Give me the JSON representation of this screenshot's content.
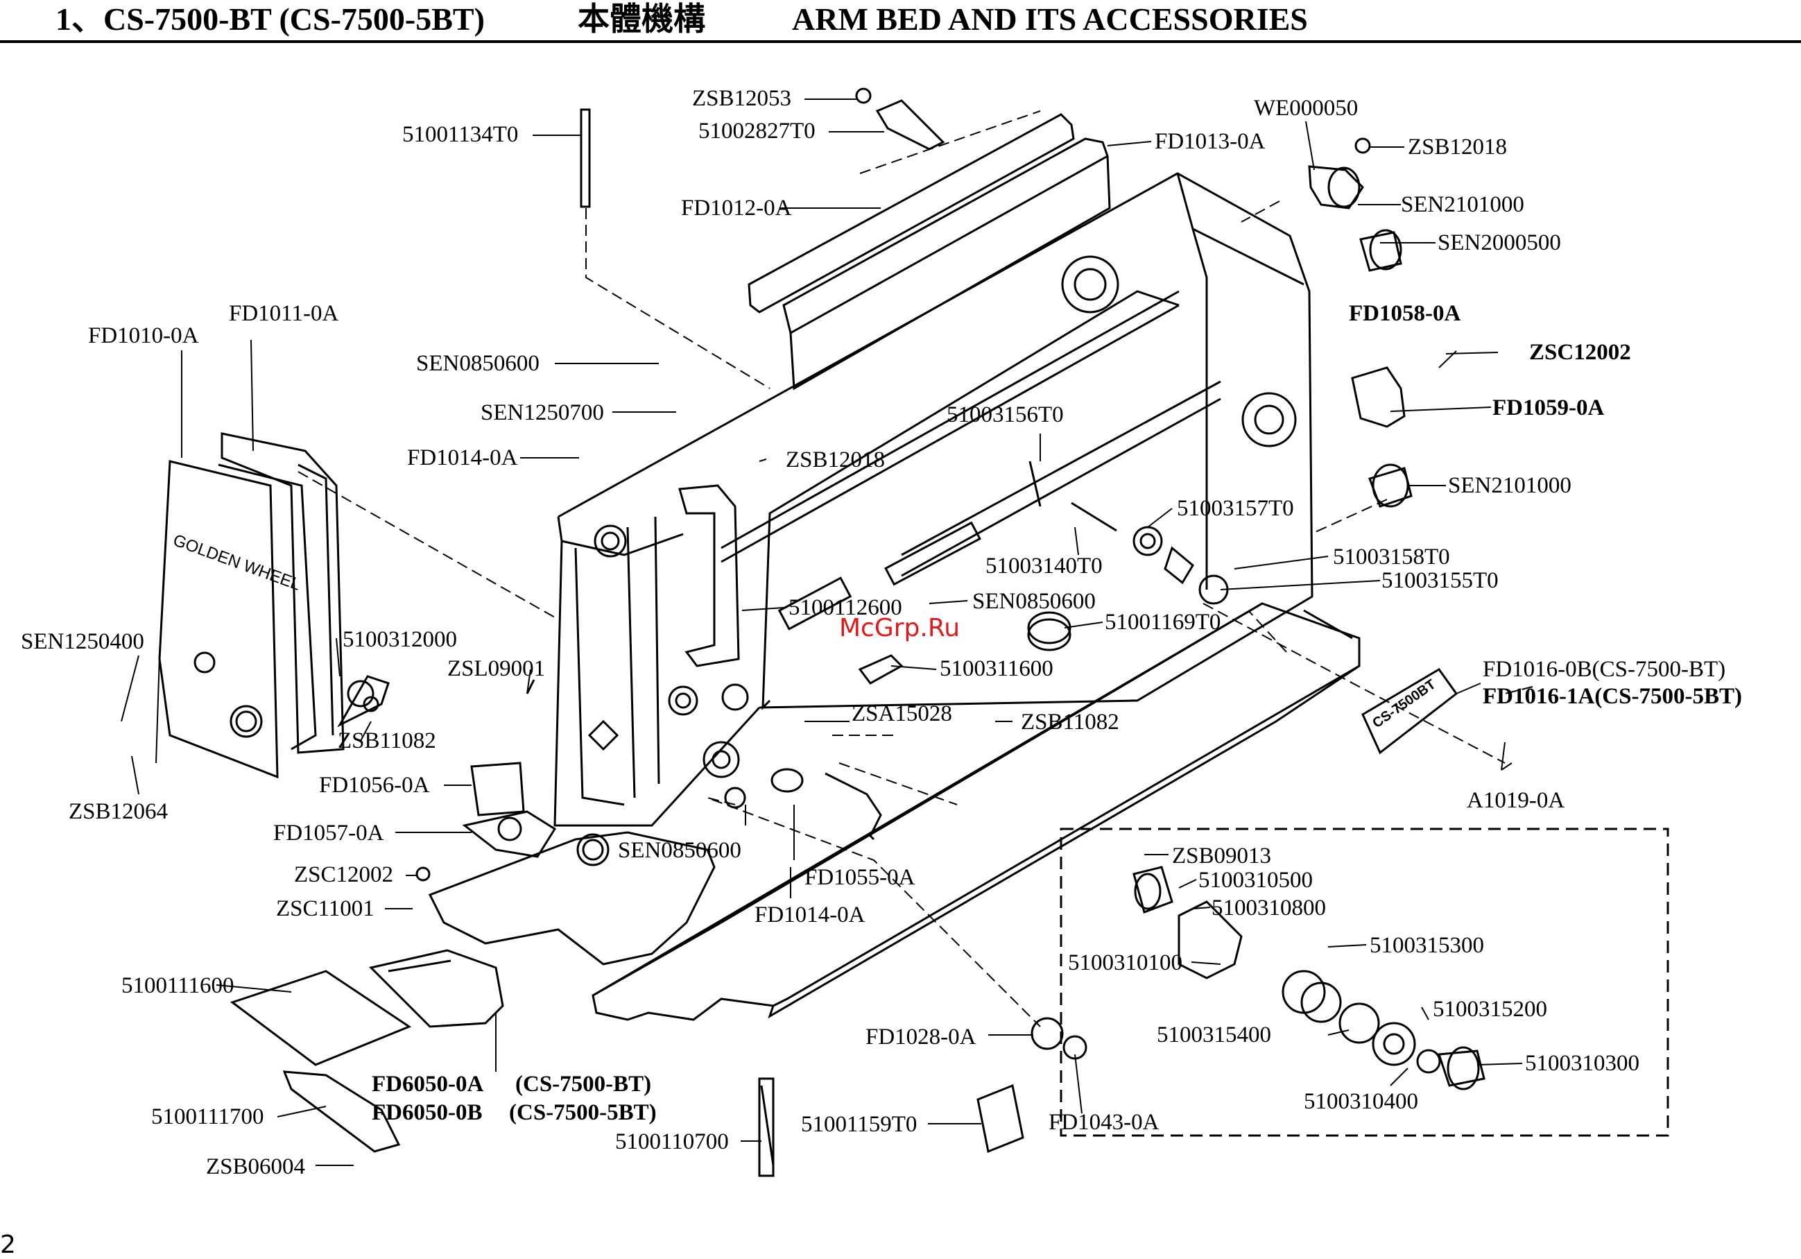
{
  "header": {
    "model": "1、CS-7500-BT (CS-7500-5BT)",
    "chinese": "本體機構",
    "title": "ARM BED AND ITS ACCESSORIES"
  },
  "watermark": "McGrp.Ru",
  "page_number": "2",
  "part_labels": [
    {
      "text": "ZSB12053",
      "bold": false
    },
    {
      "text": "51002827T0",
      "bold": false
    },
    {
      "text": "51001134T0",
      "bold": false
    },
    {
      "text": "WE000050",
      "bold": false
    },
    {
      "text": "FD1013-0A",
      "bold": false
    },
    {
      "text": "ZSB12018",
      "bold": false
    },
    {
      "text": "SEN2101000",
      "bold": false
    },
    {
      "text": "FD1012-0A",
      "bold": false
    },
    {
      "text": "SEN2000500",
      "bold": false
    },
    {
      "text": "FD1011-0A",
      "bold": false
    },
    {
      "text": "FD1010-0A",
      "bold": false
    },
    {
      "text": "FD1058-0A",
      "bold": true
    },
    {
      "text": "ZSC12002",
      "bold": true
    },
    {
      "text": "SEN0850600",
      "bold": false
    },
    {
      "text": "FD1059-0A",
      "bold": true
    },
    {
      "text": "SEN1250700",
      "bold": false
    },
    {
      "text": "51003156T0",
      "bold": false
    },
    {
      "text": "FD1014-0A",
      "bold": false
    },
    {
      "text": "ZSB12018",
      "bold": false
    },
    {
      "text": "SEN2101000",
      "bold": false
    },
    {
      "text": "51003157T0",
      "bold": false
    },
    {
      "text": "51003158T0",
      "bold": false
    },
    {
      "text": "51003140T0",
      "bold": false
    },
    {
      "text": "51003155T0",
      "bold": false
    },
    {
      "text": "5100112600",
      "bold": false
    },
    {
      "text": "SEN0850600",
      "bold": false
    },
    {
      "text": "51001169T0",
      "bold": false
    },
    {
      "text": "SEN1250400",
      "bold": false
    },
    {
      "text": "5100312000",
      "bold": false
    },
    {
      "text": "ZSL09001",
      "bold": false
    },
    {
      "text": "5100311600",
      "bold": false
    },
    {
      "text": "FD1016-0B(CS-7500-BT)",
      "bold": false
    },
    {
      "text": "FD1016-1A(CS-7500-5BT)",
      "bold": true
    },
    {
      "text": "ZSB11082",
      "bold": false
    },
    {
      "text": "ZSA15028",
      "bold": false
    },
    {
      "text": "ZSB11082",
      "bold": false
    },
    {
      "text": "FD1056-0A",
      "bold": false
    },
    {
      "text": "A1019-0A",
      "bold": false
    },
    {
      "text": "ZSB12064",
      "bold": false
    },
    {
      "text": "FD1057-0A",
      "bold": false
    },
    {
      "text": "SEN0850600",
      "bold": false
    },
    {
      "text": "ZSB09013",
      "bold": false
    },
    {
      "text": "ZSC12002",
      "bold": false
    },
    {
      "text": "FD1055-0A",
      "bold": false
    },
    {
      "text": "5100310500",
      "bold": false
    },
    {
      "text": "ZSC11001",
      "bold": false
    },
    {
      "text": "5100310800",
      "bold": false
    },
    {
      "text": "FD1014-0A",
      "bold": false
    },
    {
      "text": "5100315300",
      "bold": false
    },
    {
      "text": "5100310100",
      "bold": false
    },
    {
      "text": "5100111600",
      "bold": false
    },
    {
      "text": "5100315200",
      "bold": false
    },
    {
      "text": "FD1028-0A",
      "bold": false
    },
    {
      "text": "5100315400",
      "bold": false
    },
    {
      "text": "5100310300",
      "bold": false
    },
    {
      "text": "FD6050-0A",
      "bold": true
    },
    {
      "text": "(CS-7500-BT)",
      "bold": true
    },
    {
      "text": "FD6050-0B",
      "bold": true
    },
    {
      "text": "(CS-7500-5BT)",
      "bold": true
    },
    {
      "text": "5100310400",
      "bold": false
    },
    {
      "text": "5100111700",
      "bold": false
    },
    {
      "text": "51001159T0",
      "bold": false
    },
    {
      "text": "FD1043-0A",
      "bold": false
    },
    {
      "text": "5100110700",
      "bold": false
    },
    {
      "text": "ZSB06004",
      "bold": false
    }
  ],
  "drawing_text": {
    "face_plate_logo": "GOLDEN WHEEL",
    "name_plate_model": "CS-7500BT"
  }
}
